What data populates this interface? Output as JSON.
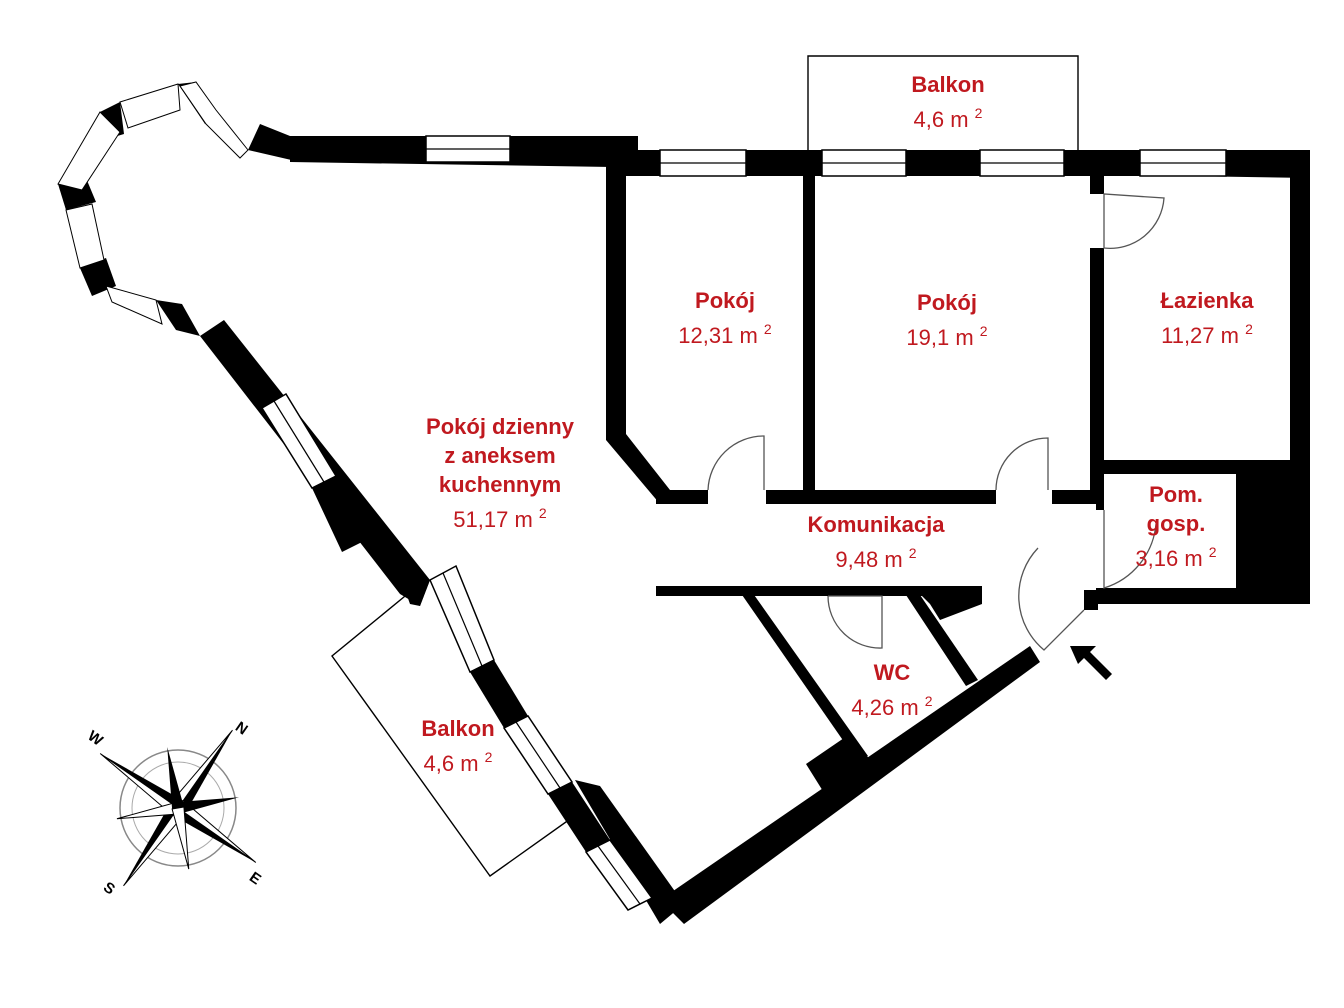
{
  "rooms": {
    "living": {
      "line1": "Pokój dzienny",
      "line2": "z aneksem",
      "line3": "kuchennym",
      "area": "51,17 m",
      "sup": "2"
    },
    "room1": {
      "name": "Pokój",
      "area": "12,31 m",
      "sup": "2"
    },
    "room2": {
      "name": "Pokój",
      "area": "19,1 m",
      "sup": "2"
    },
    "bath": {
      "name": "Łazienka",
      "area": "11,27 m",
      "sup": "2"
    },
    "hall": {
      "name": "Komunikacja",
      "area": "9,48 m",
      "sup": "2"
    },
    "utility": {
      "line1": "Pom.",
      "line2": "gosp.",
      "area": "3,16 m",
      "sup": "2"
    },
    "wc": {
      "name": "WC",
      "area": "4,26 m",
      "sup": "2"
    },
    "balcony_top": {
      "name": "Balkon",
      "area": "4,6 m",
      "sup": "2"
    },
    "balcony_left": {
      "name": "Balkon",
      "area": "4,6 m",
      "sup": "2"
    }
  },
  "compass": {
    "n": "N",
    "s": "S",
    "e": "E",
    "w": "W"
  },
  "colors": {
    "label": "#c0191f",
    "wall": "#000000"
  }
}
